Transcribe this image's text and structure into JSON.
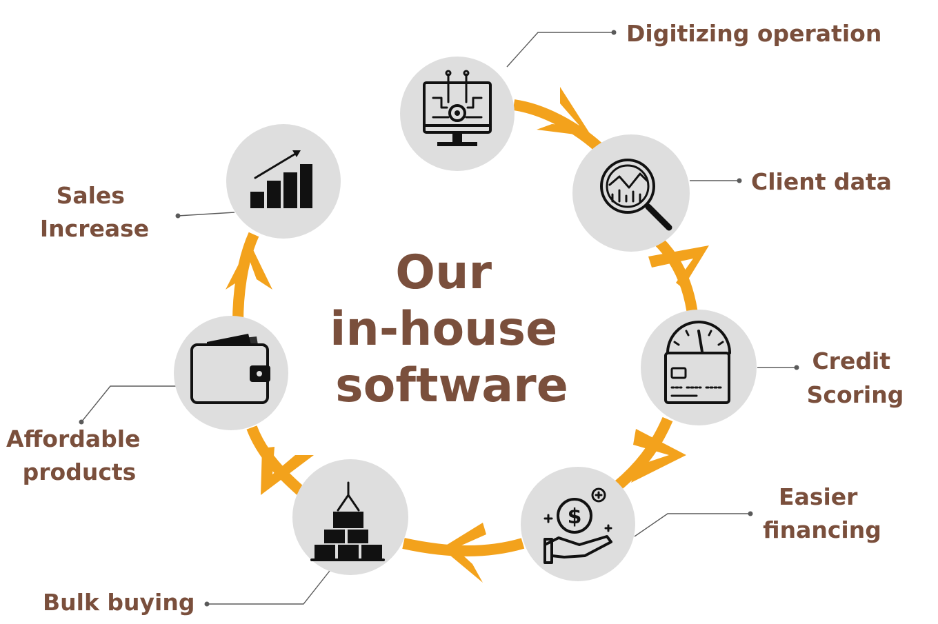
{
  "center_title": {
    "line1": "Our",
    "line2": "in-house",
    "line3": "software"
  },
  "steps": [
    {
      "id": "digitizing",
      "icon": "computer-circuit-icon",
      "label_lines": [
        "Digitizing operation"
      ]
    },
    {
      "id": "client",
      "icon": "data-magnifier-icon",
      "label_lines": [
        "Client data"
      ]
    },
    {
      "id": "credit",
      "icon": "credit-gauge-icon",
      "label_lines": [
        "Credit",
        "Scoring"
      ]
    },
    {
      "id": "financing",
      "icon": "money-hand-icon",
      "label_lines": [
        "Easier",
        "financing"
      ]
    },
    {
      "id": "bulk",
      "icon": "stacked-boxes-crane-icon",
      "label_lines": [
        "Bulk buying"
      ]
    },
    {
      "id": "affordable",
      "icon": "wallet-icon",
      "label_lines": [
        "Affordable",
        "products"
      ]
    },
    {
      "id": "sales",
      "icon": "growth-chart-icon",
      "label_lines": [
        "Sales",
        "Increase"
      ]
    }
  ],
  "colors": {
    "ring": "#f3a21c",
    "text": "#7a4f3c",
    "node_background": "#dedede"
  }
}
